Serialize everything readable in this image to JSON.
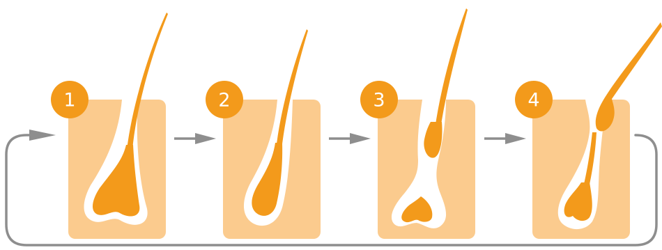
{
  "diagram": {
    "type": "hair-growth-cycle",
    "colors": {
      "skin": "#FBCB8E",
      "hair": "#F39A1B",
      "sheath": "#FFFFFF",
      "arrow": "#8E8E8E",
      "badge": "#F39A1B",
      "badge_text": "#FFFFFF"
    },
    "stages": [
      {
        "number": "1"
      },
      {
        "number": "2"
      },
      {
        "number": "3"
      },
      {
        "number": "4"
      }
    ],
    "cycle_loop": "stage-4-back-to-stage-1"
  }
}
